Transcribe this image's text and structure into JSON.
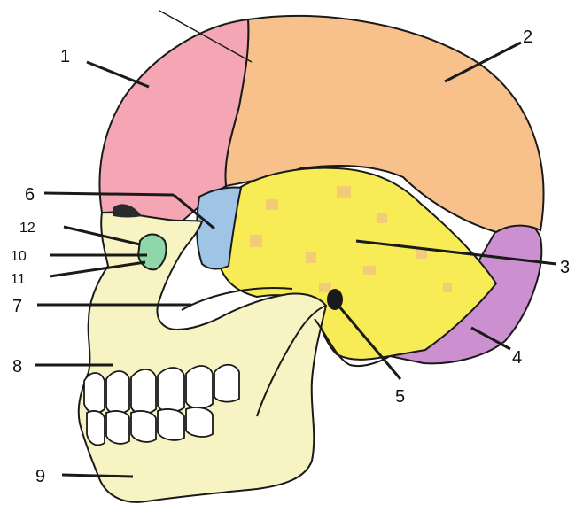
{
  "labels": {
    "l1": "1",
    "l2": "2",
    "l3": "3",
    "l4": "4",
    "l5": "5",
    "l6": "6",
    "l7": "7",
    "l8": "8",
    "l9": "9",
    "l10": "10",
    "l11": "11",
    "l12": "12"
  },
  "colors": {
    "frontal": "#f4a6b4",
    "parietal": "#f8c08a",
    "temporal": "#f7ec55",
    "temporal_accent": "#f2c97a",
    "occipital": "#cc8fd0",
    "sphenoid": "#9fc4e6",
    "face": "#f7f3c2",
    "lacrimal": "#8fd6a8",
    "outline": "#1a1a1a"
  }
}
